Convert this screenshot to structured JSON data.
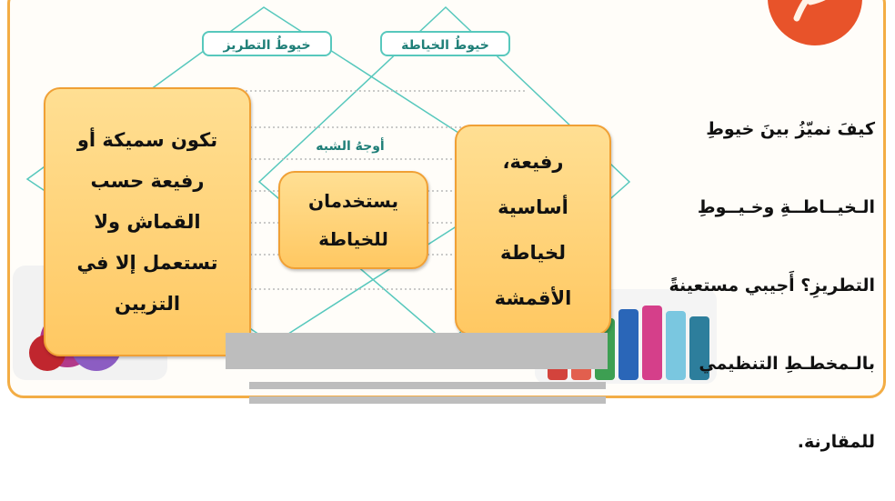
{
  "question": {
    "line_1": "كيفَ نميّزُ بينَ خيوطِ",
    "line_2": "الـخيــاطــةِ وخـيــوطِ",
    "line_3": "التطريزِ؟ أَجيبي مستعينةً",
    "line_4": "بالـمخطـطِ التنظيمي",
    "line_5": "للمقارنة."
  },
  "diagram": {
    "sewing_label": "خيوطُ الخياطة",
    "embroidery_label": "خيوطُ التطريز",
    "similarities_label": "أوجهُ الشبه",
    "sewing_text": "رفيعة،\nأساسية\nلخياطة\nالأقمشة",
    "similarities_text": "يستخدمان\nللخياطة",
    "embroidery_text": "تكون سميكة أو\nرفيعة حسب\nالقماش ولا\nتستعمل إلا في\nالتزيين"
  },
  "colors": {
    "frame_border": "#f3ad45",
    "diagram_line": "#57c8bd",
    "box_fill": "#ffd37a",
    "logo": "#e8532a"
  },
  "icons": [
    "logo-icon",
    "embroidery-yarn-image",
    "sewing-spools-image"
  ]
}
